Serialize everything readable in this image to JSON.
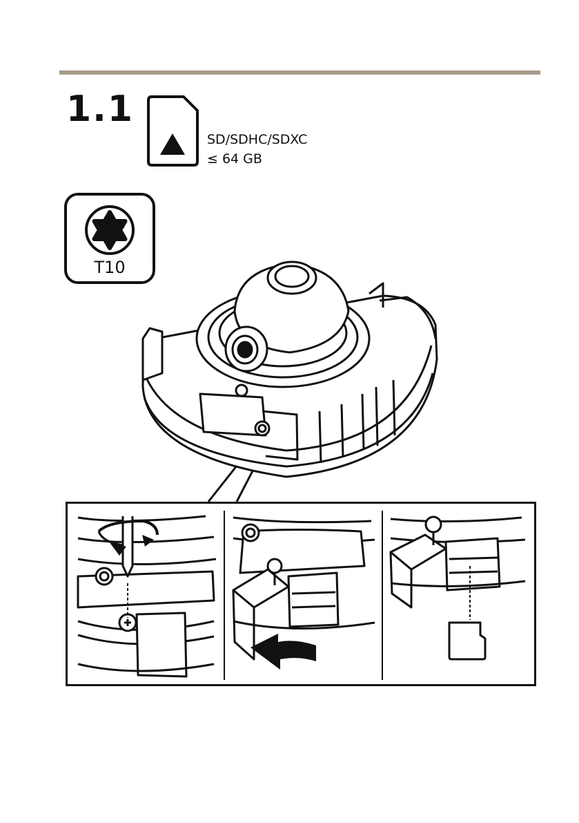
{
  "step": {
    "number": "1.1"
  },
  "sd_card": {
    "icon": "sd-card-icon",
    "type_label": "SD/SDHC/SDXC",
    "capacity_label": "≤ 64 GB"
  },
  "tool": {
    "icon": "torx-bit-icon",
    "label": "T10"
  },
  "colors": {
    "rule": "#a89a8a",
    "line": "#111111",
    "background": "#ffffff"
  },
  "illustrations": {
    "camera": "dome-camera-illustration",
    "panel_1": "unscrew-cover-illustration",
    "panel_2": "slide-cover-illustration",
    "panel_3": "insert-sd-card-illustration"
  }
}
